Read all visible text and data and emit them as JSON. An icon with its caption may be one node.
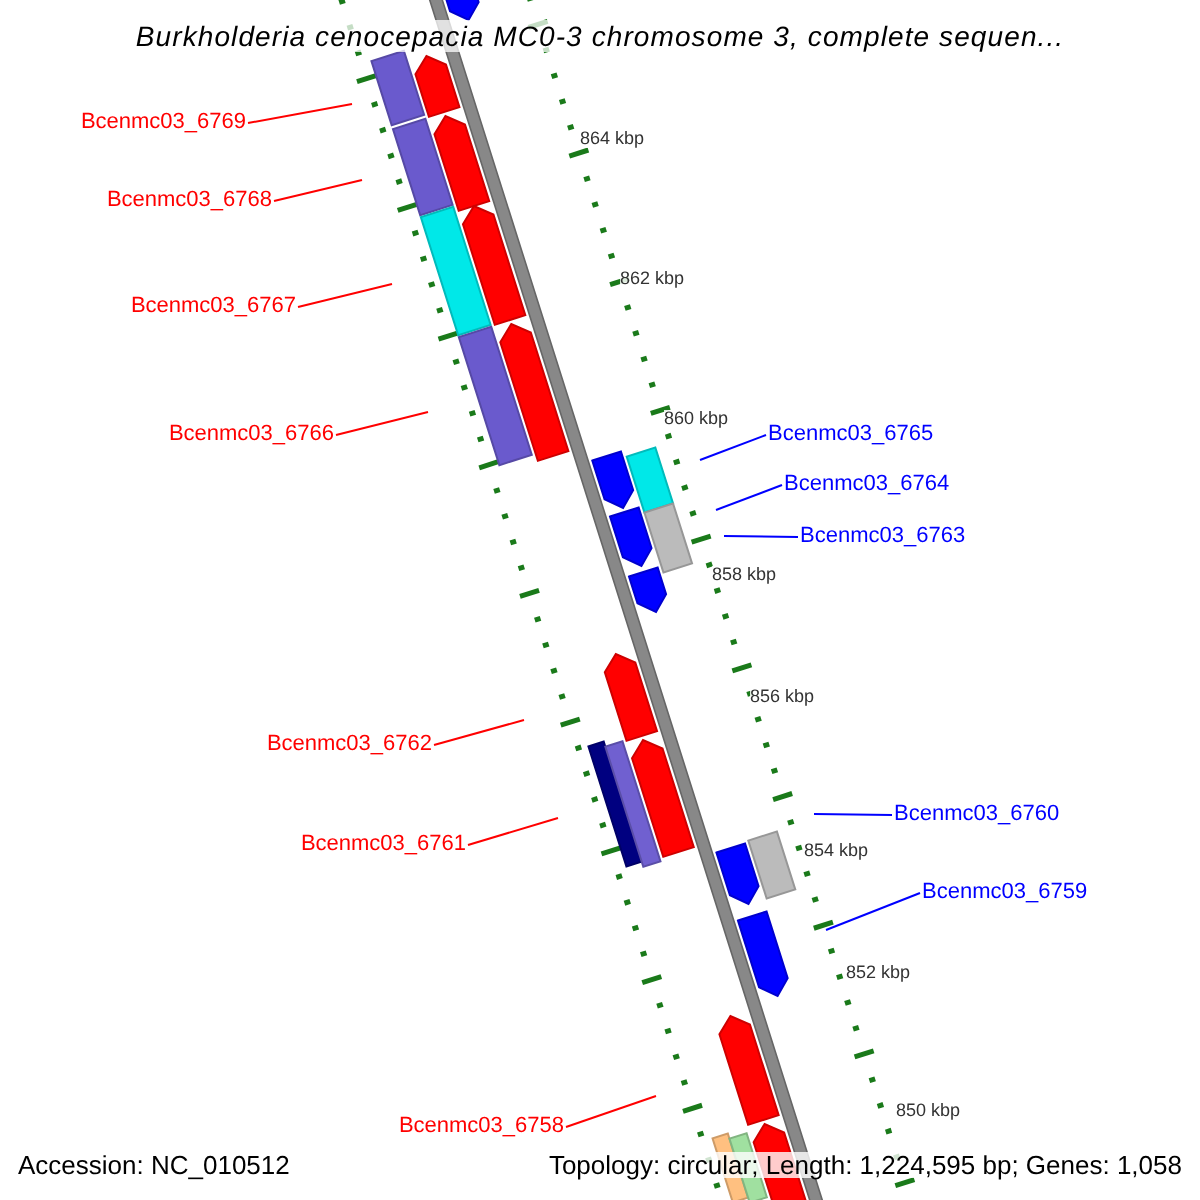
{
  "diagram": {
    "title": "Burkholderia cenocepacia MC0-3 chromosome 3, complete sequen...",
    "nodes": [
      {
        "text": [
          "Bcenmc03_6769"
        ]
      },
      {
        "text": [
          "Bcenmc03_6768"
        ]
      },
      {
        "text": [
          "Bcenmc03_6767"
        ]
      },
      {
        "text": [
          "Bcenmc03_6766"
        ]
      },
      {
        "text": [
          "Bcenmc03_6765"
        ]
      },
      {
        "text": [
          "Bcenmc03_6764"
        ]
      },
      {
        "text": [
          "Bcenmc03_6763"
        ]
      },
      {
        "text": [
          "Bcenmc03_6762"
        ]
      },
      {
        "text": [
          "Bcenmc03_6761"
        ]
      },
      {
        "text": [
          "Bcenmc03_6760"
        ]
      },
      {
        "text": [
          "Bcenmc03_6759"
        ]
      },
      {
        "text": [
          "Bcenmc03_6758"
        ]
      }
    ],
    "edges": [
      {
        "from": 0,
        "to": null,
        "arrow": "none"
      },
      {
        "from": 1,
        "to": null,
        "arrow": "none"
      },
      {
        "from": 2,
        "to": null,
        "arrow": "none"
      },
      {
        "from": 3,
        "to": null,
        "arrow": "none"
      },
      {
        "from": 4,
        "to": null,
        "arrow": "none",
        "color": "#0000ff"
      },
      {
        "from": 5,
        "to": null,
        "arrow": "none",
        "color": "#0000ff"
      },
      {
        "from": 6,
        "to": null,
        "arrow": "none",
        "color": "#0000ff"
      },
      {
        "from": 7,
        "to": null,
        "arrow": "none"
      },
      {
        "from": 8,
        "to": null,
        "arrow": "none"
      },
      {
        "from": 9,
        "to": null,
        "arrow": "none",
        "color": "#0000ff"
      },
      {
        "from": 10,
        "to": null,
        "arrow": "none",
        "color": "#0000ff"
      },
      {
        "from": 11,
        "to": null,
        "arrow": "none"
      }
    ],
    "labels": [
      "864 kbp",
      "862 kbp",
      "860 kbp",
      "858 kbp",
      "856 kbp",
      "854 kbp",
      "852 kbp",
      "850 kbp",
      "Accession: NC_010512",
      "Topology: circular; Length: 1,224,595 bp; Genes: 1,058"
    ]
  }
}
